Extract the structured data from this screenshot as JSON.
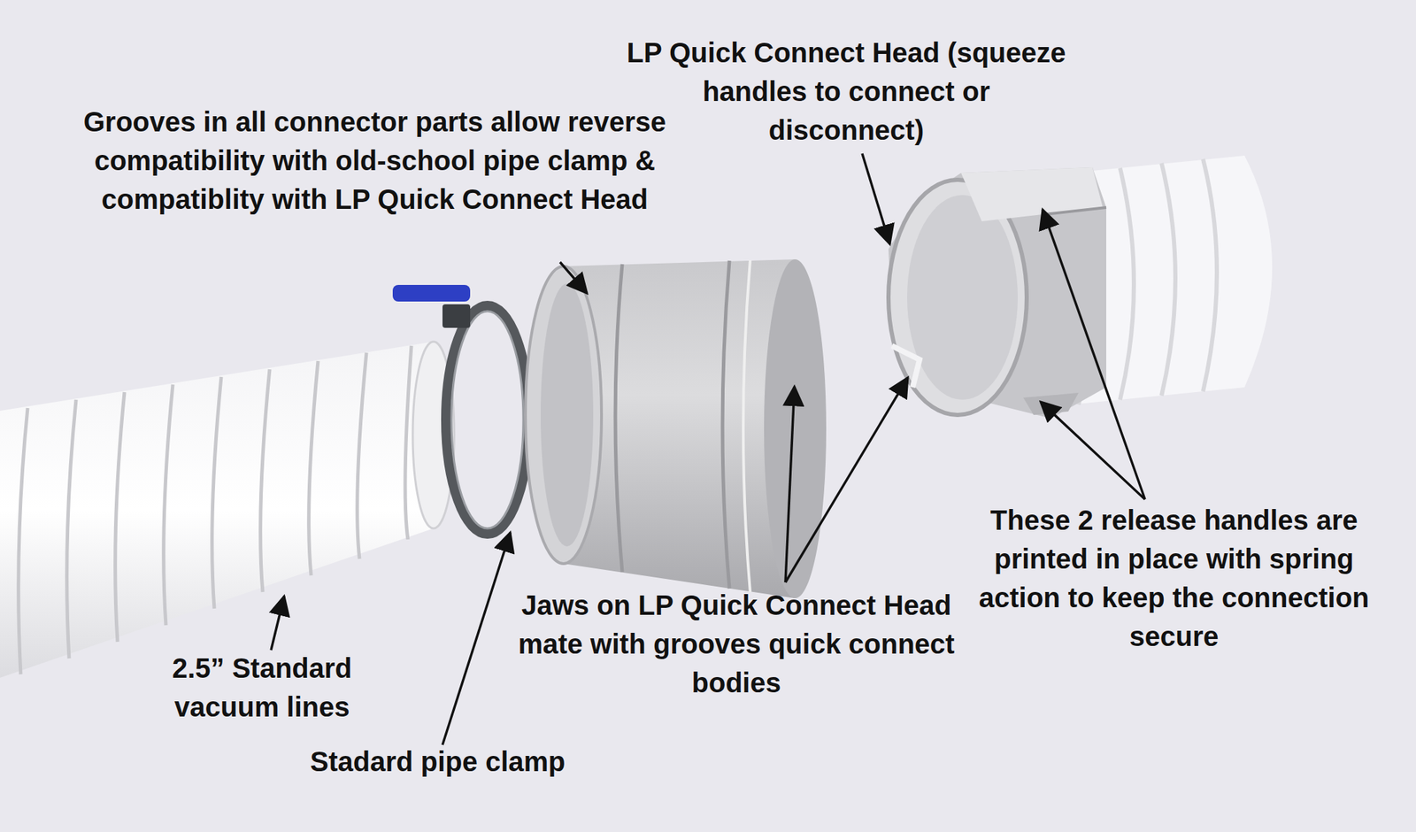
{
  "diagram": {
    "labels": [
      "LP Quick Connect Head (squeeze handles to connect or disconnect)",
      "Grooves in all connector parts allow reverse compatibility with old-school pipe clamp & compatiblity with LP Quick Connect Head",
      "Jaws on LP Quick Connect Head mate with grooves quick connect bodies",
      "These 2 release handles are printed in place with spring action to keep the connection secure",
      "2.5” Standard vacuum lines",
      "Stadard pipe clamp"
    ]
  }
}
